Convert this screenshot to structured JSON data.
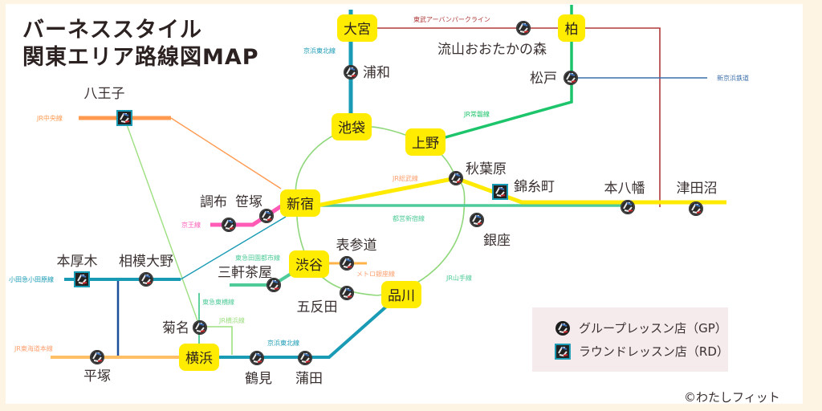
{
  "title": {
    "line1": "バーネススタイル",
    "line2": "関東エリア路線図MAP"
  },
  "colors": {
    "hub_fill": "#ffec00",
    "yamanote": "#8fd77a",
    "keihin_tohoku": "#1a9bb5",
    "chuo": "#ff9a50",
    "sobu": "#ffea00",
    "toei_shinjuku": "#4ecb98",
    "keio": "#ff5bb6",
    "joban": "#1cc46a",
    "tobu_urban_park": "#b03a3a",
    "shin_keisei": "#3c6fa8",
    "tokaido": "#ffbf66",
    "ginza": "#ffb347",
    "den_en_toshi": "#4ecb98",
    "toyoko": "#5fd0a0",
    "yokohama": "#9ddf80",
    "odakyu": "#1a9bb5",
    "sagami_connector": "#1c4f9a",
    "panel": "#ffffff",
    "frame": "#fdf4e3",
    "legend_bg": "#f6ebec"
  },
  "hubs": [
    {
      "id": "omiya",
      "label": "大宮"
    },
    {
      "id": "kashiwa",
      "label": "柏"
    },
    {
      "id": "ikebukuro",
      "label": "池袋"
    },
    {
      "id": "ueno",
      "label": "上野"
    },
    {
      "id": "shinjuku",
      "label": "新宿"
    },
    {
      "id": "shibuya",
      "label": "渋谷"
    },
    {
      "id": "shinagawa",
      "label": "品川"
    },
    {
      "id": "yokohama",
      "label": "横浜"
    }
  ],
  "stations": [
    {
      "id": "nagareyama",
      "label": "流山おおたかの森",
      "type": "GP"
    },
    {
      "id": "urawa",
      "label": "浦和",
      "type": "GP"
    },
    {
      "id": "matsudo",
      "label": "松戸",
      "type": "GP"
    },
    {
      "id": "hachioji",
      "label": "八王子",
      "type": "RD"
    },
    {
      "id": "akihabara",
      "label": "秋葉原",
      "type": "GP"
    },
    {
      "id": "kinshicho",
      "label": "錦糸町",
      "type": "RD"
    },
    {
      "id": "motoyawata",
      "label": "本八幡",
      "type": "GP"
    },
    {
      "id": "tsudanuma",
      "label": "津田沼",
      "type": "GP"
    },
    {
      "id": "chofu",
      "label": "調布",
      "type": "GP"
    },
    {
      "id": "sasazuka",
      "label": "笹塚",
      "type": "GP"
    },
    {
      "id": "ginza",
      "label": "銀座",
      "type": "GP"
    },
    {
      "id": "omotesando",
      "label": "表参道",
      "type": "GP"
    },
    {
      "id": "sangenjaya",
      "label": "三軒茶屋",
      "type": "GP"
    },
    {
      "id": "gotanda",
      "label": "五反田",
      "type": "GP"
    },
    {
      "id": "honatsugi",
      "label": "本厚木",
      "type": "RD"
    },
    {
      "id": "sagamiono",
      "label": "相模大野",
      "type": "GP"
    },
    {
      "id": "kikuna",
      "label": "菊名",
      "type": "GP"
    },
    {
      "id": "hiratsuka",
      "label": "平塚",
      "type": "GP"
    },
    {
      "id": "tsurumi",
      "label": "鶴見",
      "type": "GP"
    },
    {
      "id": "kamata",
      "label": "蒲田",
      "type": "GP"
    }
  ],
  "line_labels": {
    "tobu": "東武アーバンパークライン",
    "keihin_north": "京浜東北線",
    "shin_keisei": "新京浜鉄道",
    "chuo": "JR中央線",
    "joban": "JR常磐線",
    "sobu": "JR総武線",
    "toei": "都営新宿線",
    "keio": "京王線",
    "den_en": "東急田園都市線",
    "ginza": "メトロ銀座線",
    "yamanote": "JR山手線",
    "odakyu": "小田急小田原線",
    "toyoko": "東急東横線",
    "yokohama": "JR横浜線",
    "tokaido": "JR東海道本線",
    "keihin_south": "京浜東北線"
  },
  "legend": {
    "gp_label": "グループレッスン店（GP）",
    "rd_label": "ラウンドレッスン店（RD）"
  },
  "credit": "©わたしフィット"
}
